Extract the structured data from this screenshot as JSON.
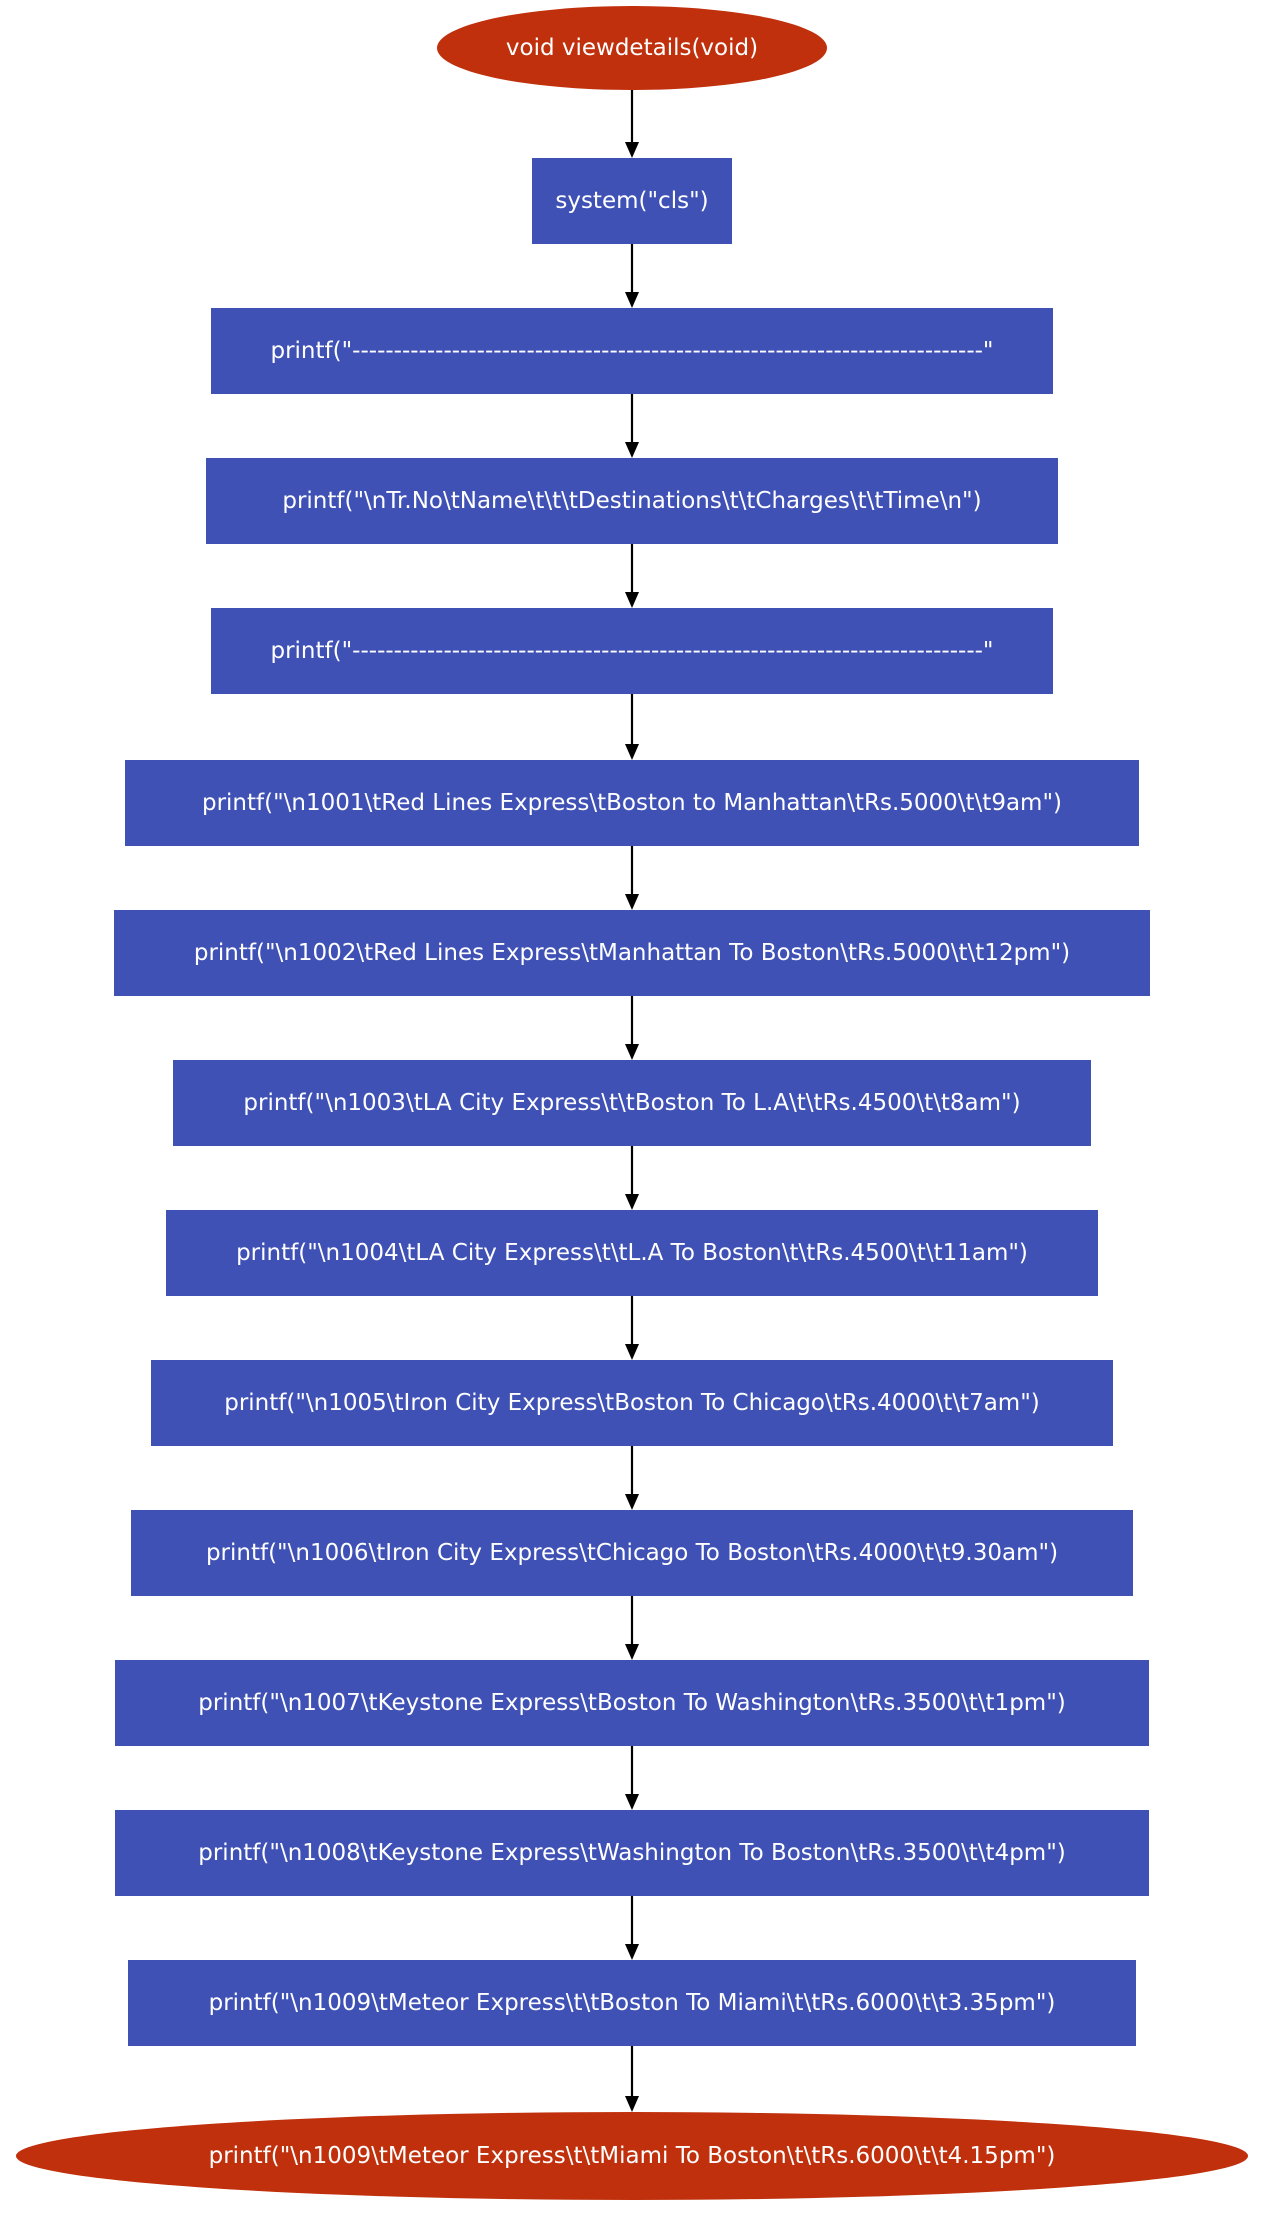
{
  "colors": {
    "terminal": "#c1300c",
    "process": "#3f51b5",
    "text": "#ffffff",
    "edge": "#000000"
  },
  "nodes": [
    {
      "id": "start",
      "shape": "ellipse",
      "label": "void viewdetails(void)"
    },
    {
      "id": "cls",
      "shape": "rect",
      "label": "system(\"cls\")"
    },
    {
      "id": "line1",
      "shape": "rect",
      "label": "printf(\"----------------------------------------------------------------------------\""
    },
    {
      "id": "header",
      "shape": "rect",
      "label": "printf(\"\\nTr.No\\tName\\t\\t\\tDestinations\\t\\tCharges\\t\\tTime\\n\")"
    },
    {
      "id": "line2",
      "shape": "rect",
      "label": "printf(\"----------------------------------------------------------------------------\""
    },
    {
      "id": "t1001",
      "shape": "rect",
      "label": "printf(\"\\n1001\\tRed Lines Express\\tBoston to Manhattan\\tRs.5000\\t\\t9am\")"
    },
    {
      "id": "t1002",
      "shape": "rect",
      "label": "printf(\"\\n1002\\tRed Lines Express\\tManhattan To Boston\\tRs.5000\\t\\t12pm\")"
    },
    {
      "id": "t1003",
      "shape": "rect",
      "label": "printf(\"\\n1003\\tLA City Express\\t\\tBoston To L.A\\t\\tRs.4500\\t\\t8am\")"
    },
    {
      "id": "t1004",
      "shape": "rect",
      "label": "printf(\"\\n1004\\tLA City Express\\t\\tL.A To Boston\\t\\tRs.4500\\t\\t11am\")"
    },
    {
      "id": "t1005",
      "shape": "rect",
      "label": "printf(\"\\n1005\\tIron City Express\\tBoston To Chicago\\tRs.4000\\t\\t7am\")"
    },
    {
      "id": "t1006",
      "shape": "rect",
      "label": "printf(\"\\n1006\\tIron City Express\\tChicago To Boston\\tRs.4000\\t\\t9.30am\")"
    },
    {
      "id": "t1007",
      "shape": "rect",
      "label": "printf(\"\\n1007\\tKeystone Express\\tBoston To Washington\\tRs.3500\\t\\t1pm\")"
    },
    {
      "id": "t1008",
      "shape": "rect",
      "label": "printf(\"\\n1008\\tKeystone Express\\tWashington To Boston\\tRs.3500\\t\\t4pm\")"
    },
    {
      "id": "t1009a",
      "shape": "rect",
      "label": "printf(\"\\n1009\\tMeteor Express\\t\\tBoston To Miami\\t\\tRs.6000\\t\\t3.35pm\")"
    },
    {
      "id": "t1009b",
      "shape": "ellipse",
      "label": "printf(\"\\n1009\\tMeteor Express\\t\\tMiami To Boston\\t\\tRs.6000\\t\\t4.15pm\")"
    }
  ],
  "edges": [
    {
      "from": "start",
      "to": "cls"
    },
    {
      "from": "cls",
      "to": "line1"
    },
    {
      "from": "line1",
      "to": "header"
    },
    {
      "from": "header",
      "to": "line2"
    },
    {
      "from": "line2",
      "to": "t1001"
    },
    {
      "from": "t1001",
      "to": "t1002"
    },
    {
      "from": "t1002",
      "to": "t1003"
    },
    {
      "from": "t1003",
      "to": "t1004"
    },
    {
      "from": "t1004",
      "to": "t1005"
    },
    {
      "from": "t1005",
      "to": "t1006"
    },
    {
      "from": "t1006",
      "to": "t1007"
    },
    {
      "from": "t1007",
      "to": "t1008"
    },
    {
      "from": "t1008",
      "to": "t1009a"
    },
    {
      "from": "t1009a",
      "to": "t1009b"
    }
  ]
}
